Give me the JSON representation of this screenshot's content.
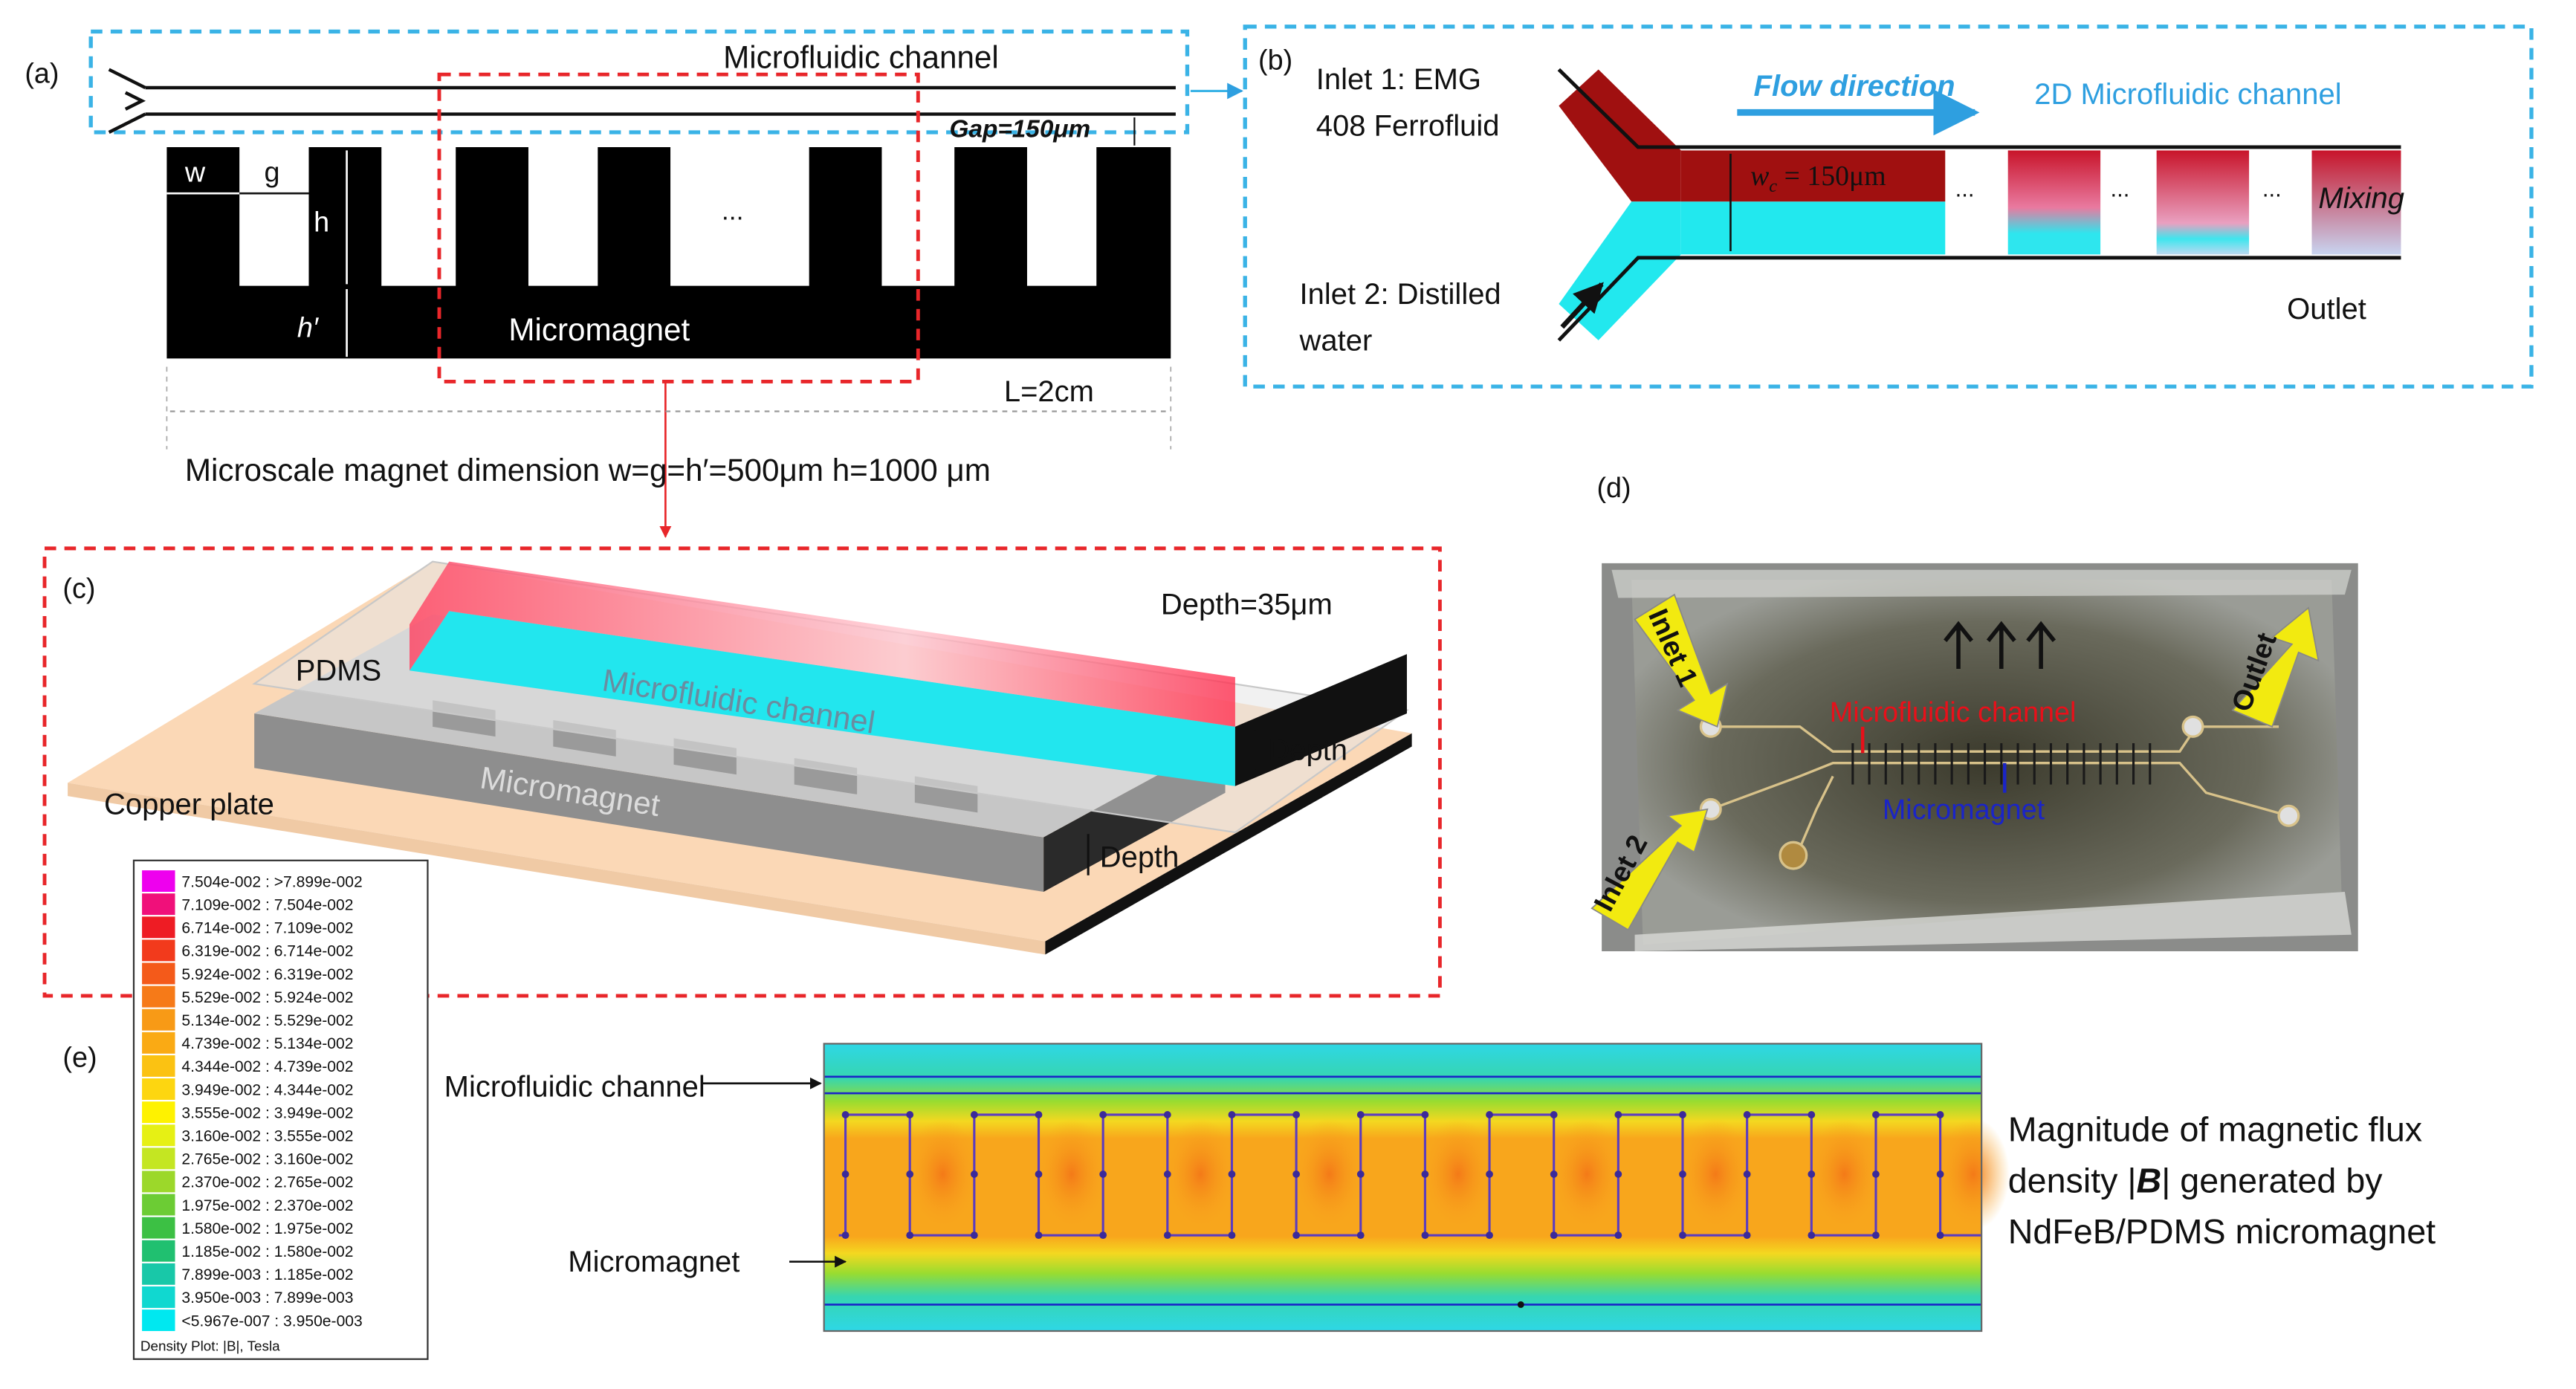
{
  "panel_a": {
    "label": "(a)",
    "channel_label": "Microfluidic channel",
    "gap_label": "Gap=150μm",
    "w_label": "w",
    "g_label": "g",
    "h_label": "h",
    "h_prime_label": "h′",
    "ellipsis": "...",
    "magnet_label": "Micromagnet",
    "length_label": "L=2cm",
    "dimension_caption": "Microscale magnet dimension w=g=h′=500μm h=1000 μm"
  },
  "panel_b": {
    "label": "(b)",
    "inlet1_line1": "Inlet 1: EMG",
    "inlet1_line2": "408 Ferrofluid",
    "flow_label": "Flow direction",
    "channel_title": "2D Microfluidic channel",
    "width_label": "w",
    "width_sub": "c",
    "width_value": " = 150μm",
    "ellipsis": "...",
    "mixing_label": "Mixing",
    "inlet2_line1": "Inlet 2: Distilled",
    "inlet2_line2": "water",
    "outlet_label": "Outlet"
  },
  "panel_c": {
    "label": "(c)",
    "depth_title": "Depth=35μm",
    "pdms_label": "PDMS",
    "channel_label": "Microfluidic channel",
    "magnet_label": "Micromagnet",
    "copper_label": "Copper plate",
    "depth_label_upper": "Depth",
    "depth_label_lower": "Depth"
  },
  "panel_d": {
    "label": "(d)",
    "inlet1_label": "Inlet 1",
    "inlet2_label": "Inlet 2",
    "outlet_label": "Outlet",
    "channel_label": "Microfluidic channel",
    "magnet_label": "Micromagnet"
  },
  "panel_e": {
    "label": "(e)",
    "channel_label": "Microfluidic channel",
    "magnet_label": "Micromagnet",
    "description_line1": "Magnitude of magnetic flux",
    "description_line2_pre": "density |",
    "description_line2_b": "B",
    "description_line2_post": "| generated by",
    "description_line3": "NdFeB/PDMS micromagnet",
    "legend_footer": "Density Plot: |B|, Tesla",
    "legend": [
      {
        "range": "7.504e-002 : >7.899e-002",
        "color": "#ee00ee"
      },
      {
        "range": "7.109e-002 : 7.504e-002",
        "color": "#f0107a"
      },
      {
        "range": "6.714e-002 : 7.109e-002",
        "color": "#ee1c24"
      },
      {
        "range": "6.319e-002 : 6.714e-002",
        "color": "#f23a1c"
      },
      {
        "range": "5.924e-002 : 6.319e-002",
        "color": "#f45a1a"
      },
      {
        "range": "5.529e-002 : 5.924e-002",
        "color": "#f67a18"
      },
      {
        "range": "5.134e-002 : 5.529e-002",
        "color": "#f89a16"
      },
      {
        "range": "4.739e-002 : 5.134e-002",
        "color": "#faaa14"
      },
      {
        "range": "4.344e-002 : 4.739e-002",
        "color": "#fbc212"
      },
      {
        "range": "3.949e-002 : 4.344e-002",
        "color": "#fdd610"
      },
      {
        "range": "3.555e-002 : 3.949e-002",
        "color": "#fef200"
      },
      {
        "range": "3.160e-002 : 3.555e-002",
        "color": "#e6f014"
      },
      {
        "range": "2.765e-002 : 3.160e-002",
        "color": "#c4e622"
      },
      {
        "range": "2.370e-002 : 2.765e-002",
        "color": "#9cd82a"
      },
      {
        "range": "1.975e-002 : 2.370e-002",
        "color": "#6ccc34"
      },
      {
        "range": "1.580e-002 : 1.975e-002",
        "color": "#3cc044"
      },
      {
        "range": "1.185e-002 : 1.580e-002",
        "color": "#20c070"
      },
      {
        "range": "7.899e-003 : 1.185e-002",
        "color": "#18c8a8"
      },
      {
        "range": "3.950e-003 : 7.899e-003",
        "color": "#10d8d0"
      },
      {
        "range": "<5.967e-007 : 3.950e-003",
        "color": "#00e8f0"
      }
    ]
  },
  "colors": {
    "cyan_dashed": "#3ab3e6",
    "red_dashed": "#e8262a",
    "ferrofluid": "#a01010",
    "water": "#22e8ee",
    "flow_text": "#2e9fe0",
    "yellow_arrow": "#f2ea10",
    "plot_background": "#2ed7e6",
    "plot_field": "#f8a01c",
    "micromagnet_blue": "#1a24c8",
    "channel_red": "#e8101a"
  }
}
